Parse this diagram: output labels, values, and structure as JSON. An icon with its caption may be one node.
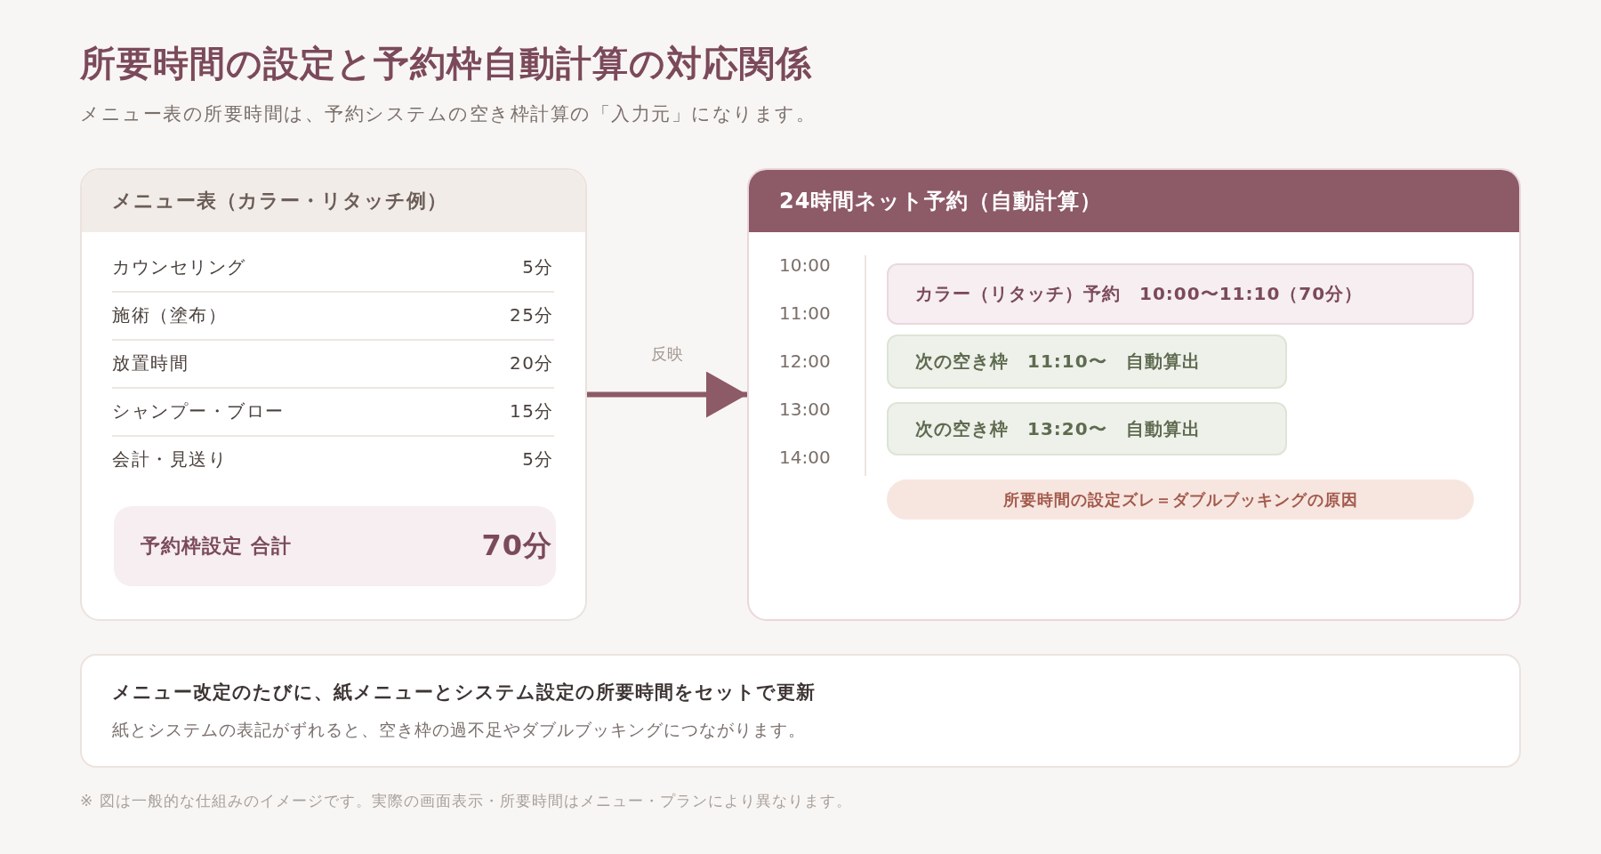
{
  "diagram": {
    "title": "所要時間の設定と予約枠自動計算の対応関係",
    "caption": "※ 図は一般的な仕組みのイメージです。実際の画面表示・所要時間はメニュー・プランにより異なります。",
    "nodes": [
      {
        "text": [
          "メニュー表（カラー・リタッチ例）"
        ]
      },
      {
        "text": [
          "予約枠設定 合計",
          "70分"
        ],
        "in": 0
      },
      {
        "text": [
          "24時間ネット予約（自動計算）"
        ]
      },
      {
        "text": [
          "カラー（リタッチ）予約　10:00〜11:10（70分）"
        ],
        "in": 2
      },
      {
        "text": [
          "次の空き枠　11:10〜　自動算出"
        ],
        "in": 2
      },
      {
        "text": [
          "次の空き枠　13:20〜　自動算出"
        ],
        "in": 2
      },
      {
        "text": [
          "所要時間の設定ズレ＝ダブルブッキングの原因"
        ],
        "in": 2
      },
      {
        "text": [
          "メニュー改定のたびに、紙メニューとシステム設定の所要時間をセットで更新",
          "紙とシステムの表記がずれると、空き枠の過不足やダブルブッキングにつながります。"
        ]
      }
    ],
    "edges": [
      {
        "from": 0,
        "to": 2,
        "arrow": "to",
        "label": "反映"
      }
    ],
    "labels": [
      "メニュー表の所要時間は、予約システムの空き枠計算の「入力元」になります。",
      "カウンセリング",
      "5分",
      "施術（塗布）",
      "25分",
      "放置時間",
      "20分",
      "シャンプー・ブロー",
      "15分",
      "会計・見送り",
      "5分",
      "10:00",
      "11:00",
      "12:00",
      "13:00",
      "14:00"
    ]
  }
}
